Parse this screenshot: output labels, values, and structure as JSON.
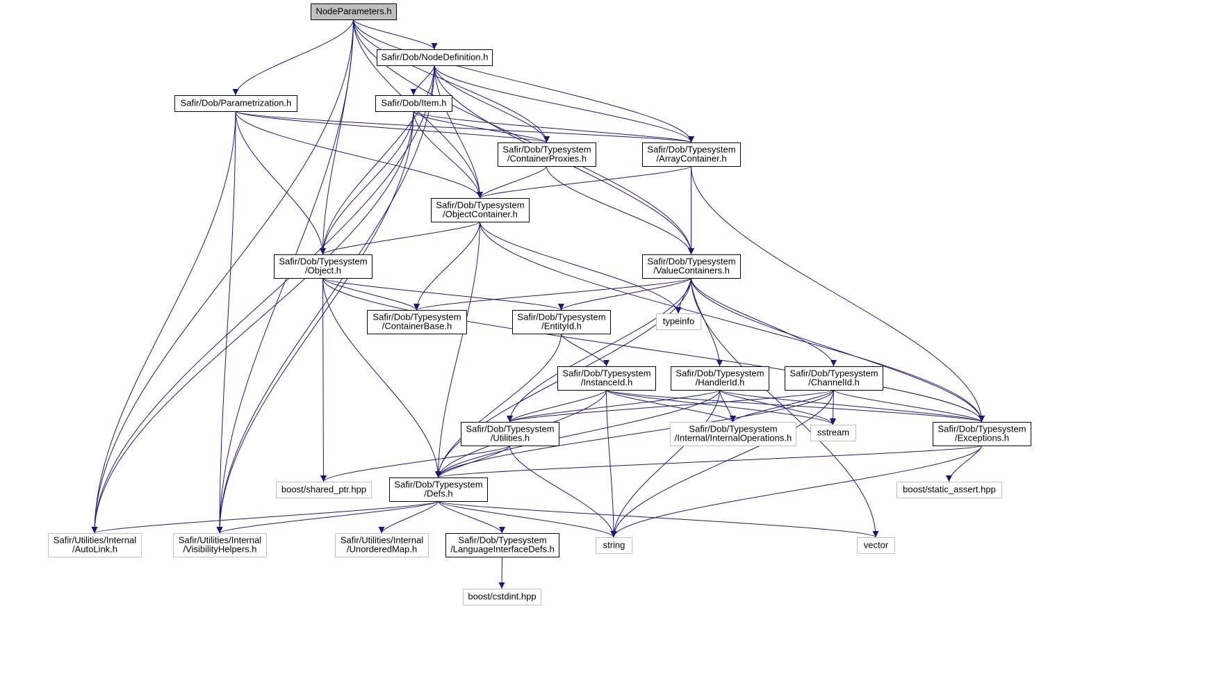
{
  "colors": {
    "edge": "#191970",
    "solid_border": "#000000",
    "external_border": "#bfbfbf",
    "root_fill": "#bfbfbf",
    "node_fill": "#ffffff"
  },
  "nodes": [
    {
      "id": "n0",
      "kind": "root",
      "lines": [
        "NodeParameters.h"
      ]
    },
    {
      "id": "n1",
      "kind": "solid",
      "lines": [
        "Safir/Dob/NodeDefinition.h"
      ]
    },
    {
      "id": "n2",
      "kind": "solid",
      "lines": [
        "Safir/Dob/Parametrization.h"
      ]
    },
    {
      "id": "n3",
      "kind": "solid",
      "lines": [
        "Safir/Dob/Item.h"
      ]
    },
    {
      "id": "n4",
      "kind": "solid",
      "lines": [
        "Safir/Dob/Typesystem",
        "/ContainerProxies.h"
      ]
    },
    {
      "id": "n5",
      "kind": "solid",
      "lines": [
        "Safir/Dob/Typesystem",
        "/ArrayContainer.h"
      ]
    },
    {
      "id": "n6",
      "kind": "solid",
      "lines": [
        "Safir/Dob/Typesystem",
        "/ObjectContainer.h"
      ]
    },
    {
      "id": "n7",
      "kind": "solid",
      "lines": [
        "Safir/Dob/Typesystem",
        "/Object.h"
      ]
    },
    {
      "id": "n8",
      "kind": "solid",
      "lines": [
        "Safir/Dob/Typesystem",
        "/ValueContainers.h"
      ]
    },
    {
      "id": "n9",
      "kind": "solid",
      "lines": [
        "Safir/Dob/Typesystem",
        "/ContainerBase.h"
      ]
    },
    {
      "id": "n10",
      "kind": "solid",
      "lines": [
        "Safir/Dob/Typesystem",
        "/EntityId.h"
      ]
    },
    {
      "id": "n11",
      "kind": "external",
      "lines": [
        "typeinfo"
      ]
    },
    {
      "id": "n12",
      "kind": "solid",
      "lines": [
        "Safir/Dob/Typesystem",
        "/InstanceId.h"
      ]
    },
    {
      "id": "n13",
      "kind": "solid",
      "lines": [
        "Safir/Dob/Typesystem",
        "/HandlerId.h"
      ]
    },
    {
      "id": "n14",
      "kind": "solid",
      "lines": [
        "Safir/Dob/Typesystem",
        "/ChannelId.h"
      ]
    },
    {
      "id": "n15",
      "kind": "solid",
      "lines": [
        "Safir/Dob/Typesystem",
        "/Utilities.h"
      ]
    },
    {
      "id": "n16",
      "kind": "external",
      "lines": [
        "Safir/Dob/Typesystem",
        "/Internal/InternalOperations.h"
      ]
    },
    {
      "id": "n17",
      "kind": "external",
      "lines": [
        "sstream"
      ]
    },
    {
      "id": "n18",
      "kind": "solid",
      "lines": [
        "Safir/Dob/Typesystem",
        "/Exceptions.h"
      ]
    },
    {
      "id": "n19",
      "kind": "external",
      "lines": [
        "boost/shared_ptr.hpp"
      ]
    },
    {
      "id": "n20",
      "kind": "solid",
      "lines": [
        "Safir/Dob/Typesystem",
        "/Defs.h"
      ]
    },
    {
      "id": "n21",
      "kind": "external",
      "lines": [
        "boost/static_assert.hpp"
      ]
    },
    {
      "id": "n22",
      "kind": "external",
      "lines": [
        "Safir/Utilities/Internal",
        "/AutoLink.h"
      ]
    },
    {
      "id": "n23",
      "kind": "external",
      "lines": [
        "Safir/Utilities/Internal",
        "/VisibilityHelpers.h"
      ]
    },
    {
      "id": "n24",
      "kind": "external",
      "lines": [
        "Safir/Utilities/Internal",
        "/UnorderedMap.h"
      ]
    },
    {
      "id": "n25",
      "kind": "solid",
      "lines": [
        "Safir/Dob/Typesystem",
        "/LanguageInterfaceDefs.h"
      ]
    },
    {
      "id": "n26",
      "kind": "external",
      "lines": [
        "string"
      ]
    },
    {
      "id": "n27",
      "kind": "external",
      "lines": [
        "vector"
      ]
    },
    {
      "id": "n28",
      "kind": "external",
      "lines": [
        "boost/cstdint.hpp"
      ]
    }
  ],
  "edges": [
    [
      "n0",
      "n1"
    ],
    [
      "n0",
      "n2"
    ],
    [
      "n0",
      "n4"
    ],
    [
      "n0",
      "n5"
    ],
    [
      "n0",
      "n6"
    ],
    [
      "n0",
      "n7"
    ],
    [
      "n0",
      "n8"
    ],
    [
      "n0",
      "n22"
    ],
    [
      "n0",
      "n23"
    ],
    [
      "n1",
      "n3"
    ],
    [
      "n1",
      "n4"
    ],
    [
      "n1",
      "n5"
    ],
    [
      "n1",
      "n6"
    ],
    [
      "n1",
      "n7"
    ],
    [
      "n1",
      "n8"
    ],
    [
      "n1",
      "n22"
    ],
    [
      "n1",
      "n23"
    ],
    [
      "n2",
      "n4"
    ],
    [
      "n2",
      "n5"
    ],
    [
      "n2",
      "n6"
    ],
    [
      "n2",
      "n7"
    ],
    [
      "n2",
      "n22"
    ],
    [
      "n2",
      "n23"
    ],
    [
      "n3",
      "n4"
    ],
    [
      "n3",
      "n5"
    ],
    [
      "n3",
      "n6"
    ],
    [
      "n3",
      "n7"
    ],
    [
      "n3",
      "n22"
    ],
    [
      "n3",
      "n23"
    ],
    [
      "n4",
      "n6"
    ],
    [
      "n4",
      "n8"
    ],
    [
      "n5",
      "n6"
    ],
    [
      "n5",
      "n8"
    ],
    [
      "n5",
      "n18"
    ],
    [
      "n6",
      "n7"
    ],
    [
      "n6",
      "n9"
    ],
    [
      "n6",
      "n11"
    ],
    [
      "n6",
      "n18"
    ],
    [
      "n6",
      "n20"
    ],
    [
      "n7",
      "n9"
    ],
    [
      "n7",
      "n10"
    ],
    [
      "n7",
      "n18"
    ],
    [
      "n7",
      "n19"
    ],
    [
      "n7",
      "n20"
    ],
    [
      "n8",
      "n9"
    ],
    [
      "n8",
      "n10"
    ],
    [
      "n8",
      "n11"
    ],
    [
      "n8",
      "n13"
    ],
    [
      "n8",
      "n14"
    ],
    [
      "n8",
      "n15"
    ],
    [
      "n8",
      "n18"
    ],
    [
      "n8",
      "n20"
    ],
    [
      "n8",
      "n27"
    ],
    [
      "n10",
      "n12"
    ],
    [
      "n10",
      "n20"
    ],
    [
      "n12",
      "n15"
    ],
    [
      "n12",
      "n16"
    ],
    [
      "n12",
      "n17"
    ],
    [
      "n12",
      "n18"
    ],
    [
      "n12",
      "n20"
    ],
    [
      "n12",
      "n26"
    ],
    [
      "n13",
      "n15"
    ],
    [
      "n13",
      "n16"
    ],
    [
      "n13",
      "n17"
    ],
    [
      "n13",
      "n18"
    ],
    [
      "n13",
      "n20"
    ],
    [
      "n13",
      "n26"
    ],
    [
      "n14",
      "n15"
    ],
    [
      "n14",
      "n16"
    ],
    [
      "n14",
      "n17"
    ],
    [
      "n14",
      "n18"
    ],
    [
      "n14",
      "n20"
    ],
    [
      "n14",
      "n26"
    ],
    [
      "n15",
      "n19"
    ],
    [
      "n15",
      "n20"
    ],
    [
      "n15",
      "n26"
    ],
    [
      "n18",
      "n20"
    ],
    [
      "n18",
      "n21"
    ],
    [
      "n18",
      "n26"
    ],
    [
      "n20",
      "n22"
    ],
    [
      "n20",
      "n23"
    ],
    [
      "n20",
      "n24"
    ],
    [
      "n20",
      "n25"
    ],
    [
      "n20",
      "n26"
    ],
    [
      "n20",
      "n27"
    ],
    [
      "n25",
      "n28"
    ]
  ]
}
